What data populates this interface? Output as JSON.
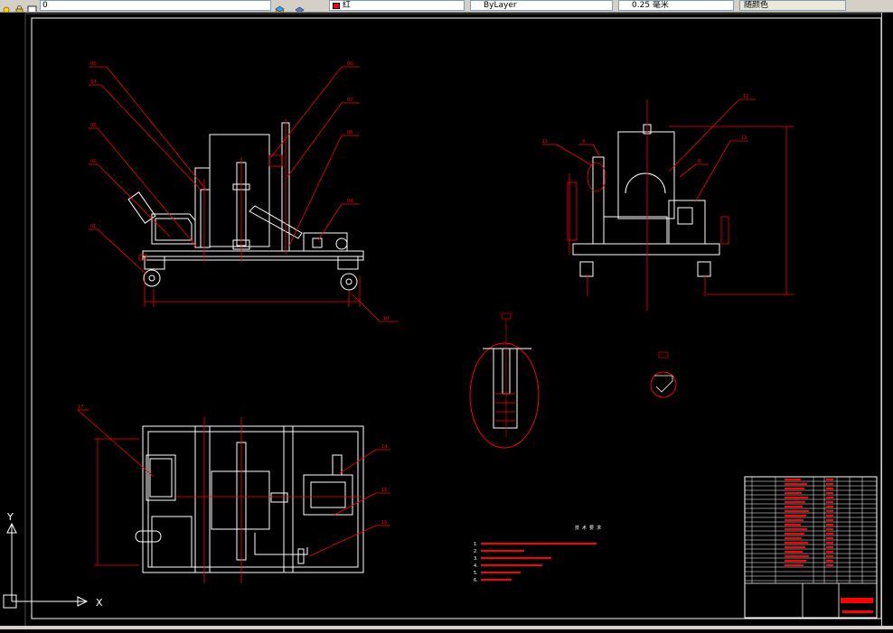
{
  "toolbar": {
    "layer_control": {
      "value": "0"
    },
    "color_control": {
      "value": "红",
      "swatch": "#ff0000"
    },
    "linetype_control": {
      "value": "ByLayer"
    },
    "lineweight_control": {
      "value": "0.25 毫米"
    },
    "plotstyle_control": {
      "value": "随颜色"
    }
  },
  "drawing": {
    "item_labels": {
      "front": [
        "05",
        "04",
        "03",
        "02",
        "01",
        "06",
        "07",
        "08",
        "09",
        "10"
      ],
      "side": [
        "11",
        "4",
        "12",
        "13",
        "9"
      ],
      "top": [
        "17",
        "14",
        "15",
        "16"
      ]
    },
    "tech_requirements_title": "技术要求",
    "tech_requirements": [
      "1.",
      "2.",
      "3.",
      "4.",
      "5.",
      "6."
    ],
    "ucs": {
      "x_label": "X",
      "y_label": "Y"
    }
  },
  "colors": {
    "background": "#000000",
    "linework": "#ffffff",
    "annotation": "#ff0000",
    "toolbar": "#d4d0c8"
  }
}
